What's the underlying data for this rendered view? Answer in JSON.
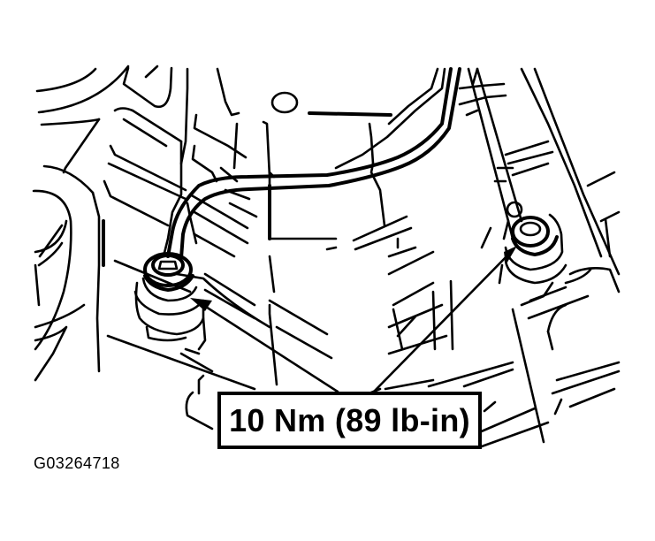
{
  "diagram": {
    "type": "technical-line-drawing",
    "subject": "fluid line with two banjo/flare bolts on housing",
    "callout": {
      "label": "10 Nm (89 lb-in)",
      "torque_nm": 10,
      "torque_lb_in": 89,
      "targets": [
        "left-bolt",
        "right-bolt"
      ]
    },
    "figure_id": "G03264718",
    "colors": {
      "line": "#000000",
      "background": "#ffffff"
    }
  }
}
